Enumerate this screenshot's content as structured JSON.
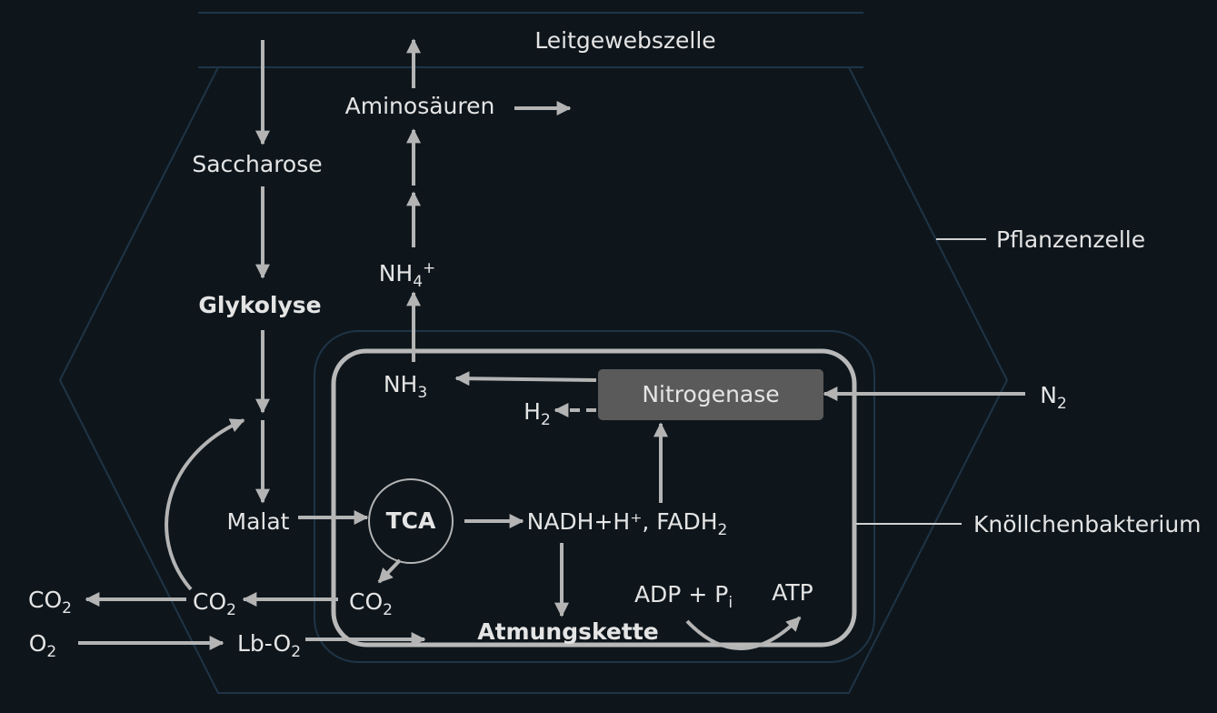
{
  "labels": {
    "leitgewebszelle": "Leitgewebszelle",
    "pflanzenzelle": "Pflanzenzelle",
    "knoellchenbakterium": "Knöllchenbakterium",
    "saccharose": "Saccharose",
    "glykolyse": "Glykolyse",
    "malat": "Malat",
    "tca": "TCA",
    "aminosaeuren": "Aminosäuren",
    "nh4_base": "NH",
    "nh4_sub": "4",
    "nh4_sup": "+",
    "nh3_base": "NH",
    "nh3_sub": "3",
    "nitrogenase": "Nitrogenase",
    "h2_base": "H",
    "h2_sub": "2",
    "n2_base": "N",
    "n2_sub": "2",
    "nadh_text": "NADH+H⁺, FADH",
    "nadh_sub": "2",
    "adp_text": "ADP + P",
    "adp_sub": "i",
    "atp": "ATP",
    "atmungskette": "Atmungskette",
    "co2_base": "CO",
    "co2_sub": "2",
    "o2_base": "O",
    "o2_sub": "2",
    "lbo2_base": "Lb-O",
    "lbo2_sub": "2"
  },
  "colors": {
    "background": "#0e161c",
    "arrow": "#b4b4b4",
    "cell_outline": "#1f3446",
    "bacterium_outline": "#b9b9b9",
    "nitrogenase_fill": "#5a5a5a",
    "text": "#e4e4e4"
  }
}
